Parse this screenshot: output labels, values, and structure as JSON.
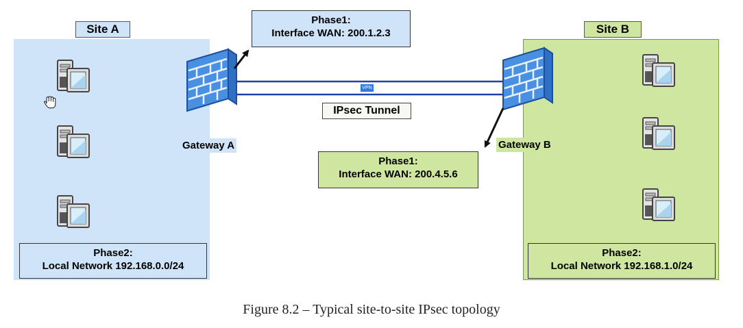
{
  "site_a": {
    "label": "Site A",
    "phase2_title": "Phase2:",
    "phase2_detail": "Local Network 192.168.0.0/24",
    "gateway_label": "Gateway A",
    "phase1_title": "Phase1:",
    "phase1_detail": "Interface WAN: 200.1.2.3",
    "color": "#cfe4f8"
  },
  "site_b": {
    "label": "Site B",
    "phase2_title": "Phase2:",
    "phase2_detail": "Local Network 192.168.1.0/24",
    "gateway_label": "Gateway B",
    "phase1_title": "Phase1:",
    "phase1_detail": "Interface WAN: 200.4.5.6",
    "color": "#cfe6a1"
  },
  "tunnel": {
    "label": "IPsec Tunnel",
    "badge": "VPN",
    "color": "#1f3fa8"
  },
  "icons": [
    "server-computer-icon",
    "firewall-icon",
    "hand-cursor-icon"
  ],
  "caption": "Figure 8.2 – Typical site-to-site IPsec topology"
}
